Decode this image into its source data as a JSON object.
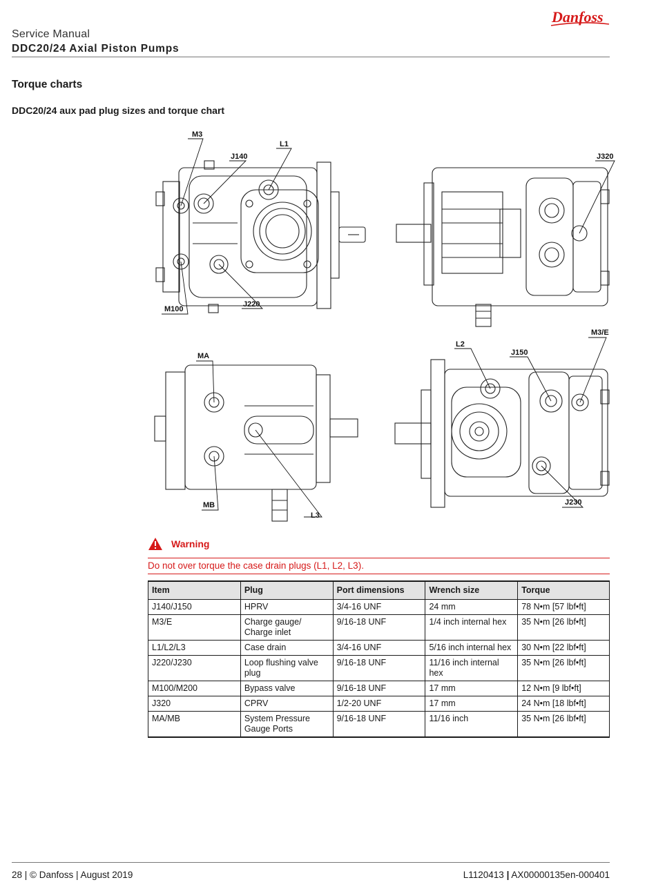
{
  "brand": {
    "logo_text": "Danfoss",
    "logo_color": "#d61a1a"
  },
  "header": {
    "doc_type": "Service Manual",
    "product": "DDC20/24 Axial Piston Pumps"
  },
  "section_title": "Torque charts",
  "subsection_title": "DDC20/24 aux pad plug sizes and torque chart",
  "figure": {
    "callouts": {
      "m3": "M3",
      "j140": "J140",
      "l1": "L1",
      "j320": "J320",
      "m100": "M100",
      "j220": "J220",
      "ma": "MA",
      "l2": "L2",
      "j150": "J150",
      "m3e": "M3/E",
      "mb": "MB",
      "l3": "L3",
      "j230": "J230"
    }
  },
  "warning": {
    "icon": "warning-triangle-icon",
    "label": "Warning",
    "text": "Do not over torque the case drain plugs (L1, L2, L3).",
    "color": "#d61a1a"
  },
  "table": {
    "headers": [
      "Item",
      "Plug",
      "Port dimensions",
      "Wrench size",
      "Torque"
    ],
    "rows": [
      [
        "J140/J150",
        "HPRV",
        "3/4-16 UNF",
        "24 mm",
        "78 N•m [57 lbf•ft]"
      ],
      [
        "M3/E",
        "Charge gauge/\nCharge inlet",
        "9/16-18 UNF",
        "1/4 inch internal hex",
        "35 N•m [26 lbf•ft]"
      ],
      [
        "L1/L2/L3",
        "Case drain",
        "3/4-16 UNF",
        "5/16 inch internal hex",
        "30 N•m [22 lbf•ft]"
      ],
      [
        "J220/J230",
        "Loop flushing valve\nplug",
        "9/16-18 UNF",
        "11/16 inch internal\nhex",
        "35 N•m [26 lbf•ft]"
      ],
      [
        "M100/M200",
        "Bypass valve",
        "9/16-18 UNF",
        "17 mm",
        "12 N•m [9 lbf•ft]"
      ],
      [
        "J320",
        "CPRV",
        "1/2-20 UNF",
        "17 mm",
        "24 N•m [18 lbf•ft]"
      ],
      [
        "MA/MB",
        "System Pressure\nGauge Ports",
        "9/16-18 UNF",
        "11/16 inch",
        "35 N•m [26 lbf•ft]"
      ]
    ]
  },
  "footer": {
    "left": "28 | © Danfoss | August 2019",
    "right_code": "L1120413",
    "right_sep": "|",
    "right_id": "AX00000135en-000401"
  }
}
